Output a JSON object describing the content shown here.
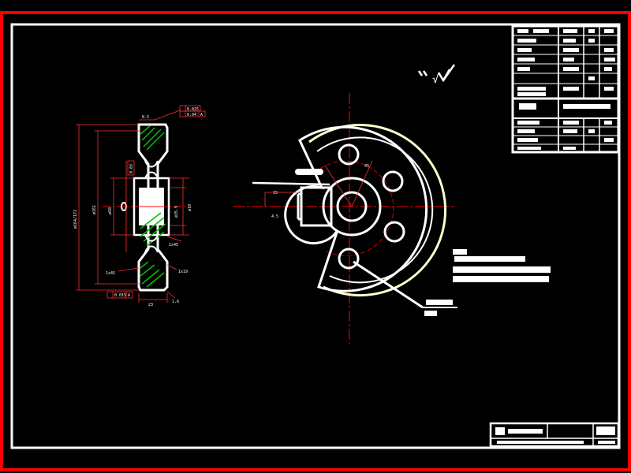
{
  "colors": {
    "background": "#000000",
    "outer_frame": "#ff0000",
    "border": "#ffffff",
    "centerline": "#ff0000",
    "dimension": "#ff3030",
    "outline": "#ffffff",
    "hatch": "#00c000",
    "arc_highlight": "#ffffc8",
    "tolerance_frame": "#ff3030"
  },
  "side_view": {
    "dimensions": {
      "thickness": "23",
      "rim_width": "1.6",
      "top_chamfer": "0.5",
      "hub_dia": "ø58",
      "bore_dia": "ø35.9",
      "pitch_dia": "ø161",
      "outer_dia": "ø164/172",
      "hole_dia": "ø10",
      "chamfer_a": "1x45",
      "chamfer_b": "1x45",
      "chamfer_c": "1x19"
    },
    "tolerances": {
      "top_1": "0.025",
      "top_2": "0.04",
      "top_ref": "A",
      "mid": "0.03",
      "bottom_1": "0.015",
      "bottom_ref": "A"
    }
  },
  "front_view": {
    "angle_label_1": "45",
    "angle_label_2": "15",
    "angle_label_3": "4.5",
    "leader_text": "---"
  },
  "roughness_mark": "√"
}
